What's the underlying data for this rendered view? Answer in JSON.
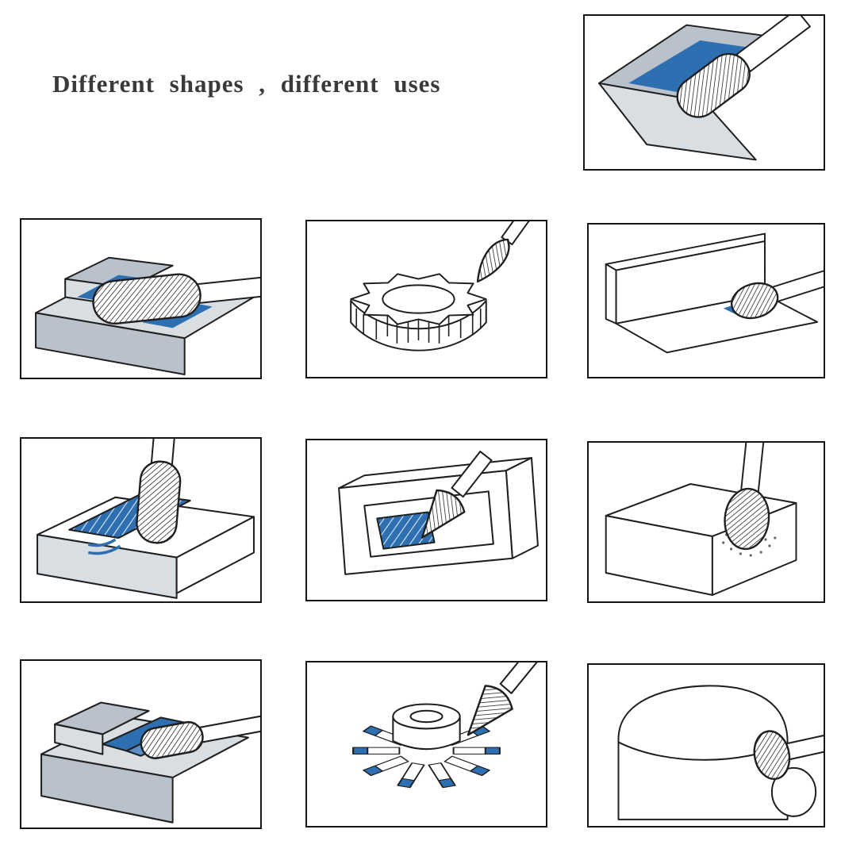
{
  "title": "Different shapes , different uses",
  "colors": {
    "blue": "#2e6fb2",
    "blue_light": "#5b8fc6",
    "gray": "#b9c2ca",
    "gray_light": "#d9dee3",
    "line": "#1f1f1f"
  },
  "panels": [
    {
      "name": "cylinder-burr-on-bent-plate"
    },
    {
      "name": "cylinder-burr-in-slot-block"
    },
    {
      "name": "flame-burr-deburring-gear-teeth"
    },
    {
      "name": "oval-burr-in-bracket-corner"
    },
    {
      "name": "round-nose-burr-in-blue-groove"
    },
    {
      "name": "cone-burr-inside-frame"
    },
    {
      "name": "oval-burr-on-block-edge"
    },
    {
      "name": "cylinder-burr-in-v-groove-block"
    },
    {
      "name": "cone-burr-on-impeller-fins"
    },
    {
      "name": "oval-burr-on-round-housing"
    }
  ]
}
